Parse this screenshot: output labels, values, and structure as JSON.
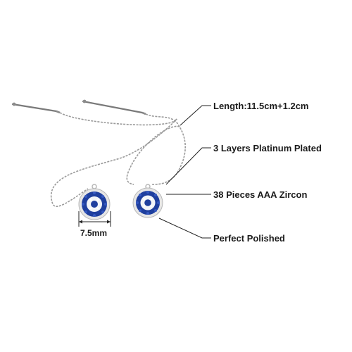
{
  "product": {
    "callouts": [
      {
        "text": "Length:11.5cm+1.2cm"
      },
      {
        "text": "3 Layers Platinum Plated"
      },
      {
        "text": "38 Pieces AAA Zircon"
      },
      {
        "text": "Perfect Polished"
      }
    ],
    "dimension": {
      "text": "7.5mm"
    }
  },
  "colors": {
    "background": "#ffffff",
    "chain": "#9a9a9a",
    "leader": "#222222",
    "silver": "#d9d9d9",
    "blue_stone": "#1f3f9e",
    "clear_stone": "#f2f4f8"
  }
}
